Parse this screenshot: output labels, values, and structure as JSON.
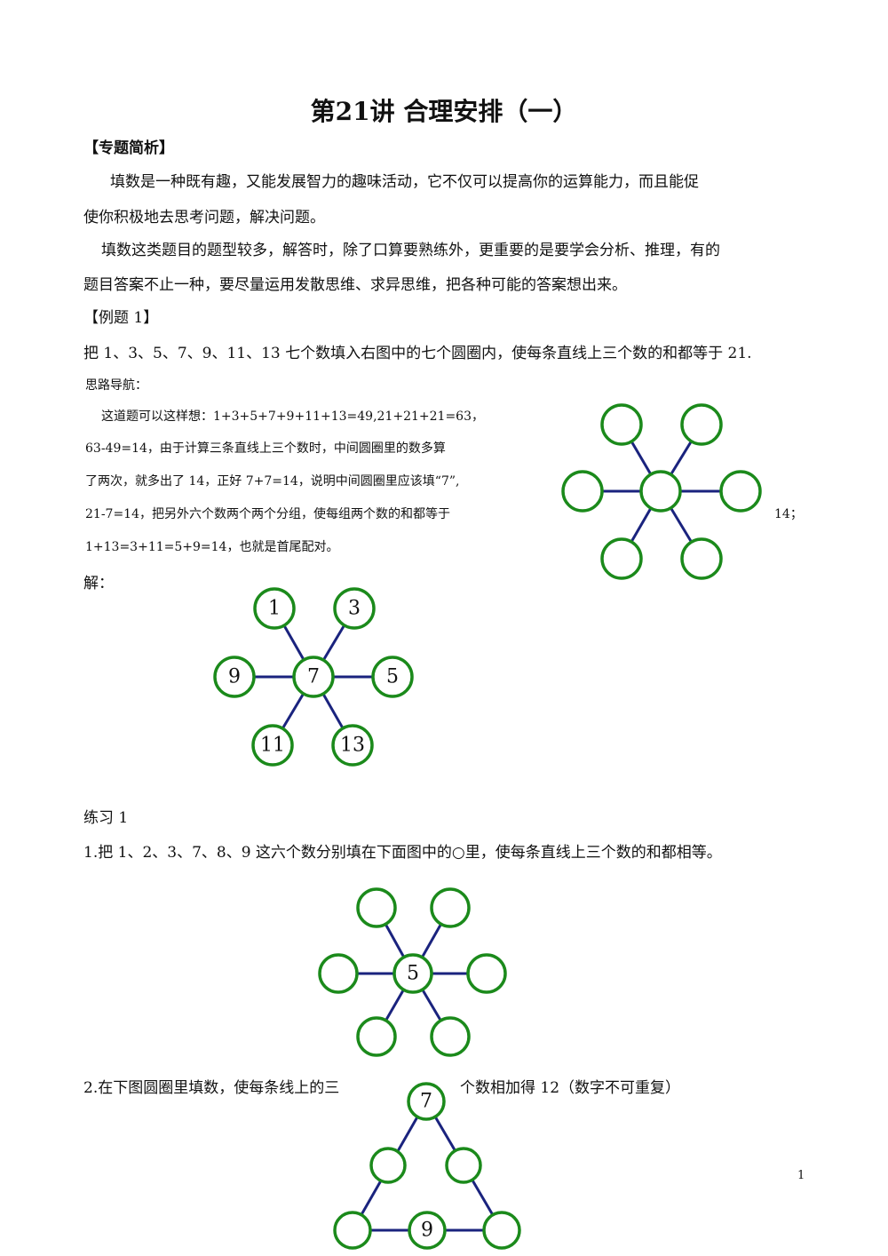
{
  "title": "第21讲  合理安排（一）",
  "intro": {
    "heading": "【专题简析】",
    "para1_line1": "填数是一种既有趣，又能发展智力的趣味活动，它不仅可以提高你的运算能力，而且能促",
    "para1_line2": "使你积极地去思考问题，解决问题。",
    "para2_line1": "填数这类题目的题型较多，解答时，除了口算要熟练外，更重要的是要学会分析、推理，有的",
    "para2_line2": "题目答案不止一种，要尽量运用发散思维、求异思维，把各种可能的答案想出来。"
  },
  "example1": {
    "heading": "【例题 1】",
    "problem": "把 1、3、5、7、9、11、13 七个数填入右图中的七个圆圈内，使每条直线上三个数的和都等于 21.",
    "hint_label": "思路导航：",
    "hint_lines": [
      "这道题可以这样想：1+3+5+7+9+11+13=49,21+21+21=63，",
      "63-49=14，由于计算三条直线上三个数时，中间圆圈里的数多算",
      "了两次，就多出了 14，正好 7+7=14，说明中间圆圈里应该填“7”,",
      "21-7=14，把另外六个数两个两个分组，使每组两个数的和都等于",
      "1+13=3+11=5+9=14，也就是首尾配对。"
    ],
    "hint_tail": "14；",
    "solution_label": "解：",
    "solution_values": {
      "top_left": "1",
      "top_right": "3",
      "left": "9",
      "center": "7",
      "right": "5",
      "bottom_left": "11",
      "bottom_right": "13"
    }
  },
  "practice1": {
    "heading": "练习 1",
    "q1": "1.把 1、2、3、7、8、9 这六个数分别填在下面图中的○里，使每条直线上三个数的和都相等。",
    "q1_center": "5",
    "q2_part1": "2.在下图圆圈里填数，使每条线上的三",
    "q2_part2": "个数相加得 12（数字不可重复）",
    "q2_top": "7",
    "q2_bottom_middle": "9"
  },
  "page_number": "1",
  "colors": {
    "circle_stroke": "#1b8a1b",
    "line_stroke": "#1a237e"
  }
}
